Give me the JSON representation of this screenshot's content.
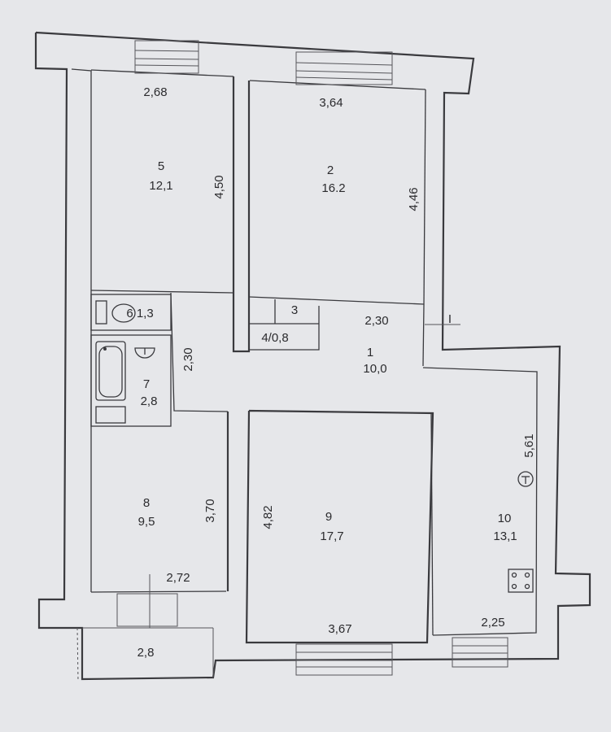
{
  "rooms": {
    "r1": {
      "num": "1",
      "area": "10,0"
    },
    "r2": {
      "num": "2",
      "area": "16.2"
    },
    "r3": {
      "num": "3"
    },
    "r4": {
      "label": "4/0,8"
    },
    "r5": {
      "num": "5",
      "area": "12,1"
    },
    "r6": {
      "label": "6 1,3"
    },
    "r7": {
      "num": "7",
      "area": "2,8"
    },
    "r8": {
      "num": "8",
      "area": "9,5"
    },
    "r9": {
      "num": "9",
      "area": "17,7"
    },
    "r10": {
      "num": "10",
      "area": "13,1"
    }
  },
  "dimensions": {
    "d5_width": "2,68",
    "d5_depth": "4,50",
    "d2_width": "3,64",
    "d2_depth": "4,46",
    "d1_width": "2,30",
    "d1_depth": "2,30",
    "d8_depth": "3,70",
    "d8_width": "2,72",
    "d9_depth": "4,82",
    "d9_width": "3,67",
    "d10_depth": "5,61",
    "d10_width": "2,25",
    "balcony": "2,8"
  },
  "marks": {
    "section_mark": "I"
  },
  "icons": [
    "toilet-icon",
    "bathtub-icon",
    "sink-icon",
    "stove-icon"
  ],
  "colors": {
    "paper": "#e6e7ea",
    "ink": "#3a3a3e"
  }
}
